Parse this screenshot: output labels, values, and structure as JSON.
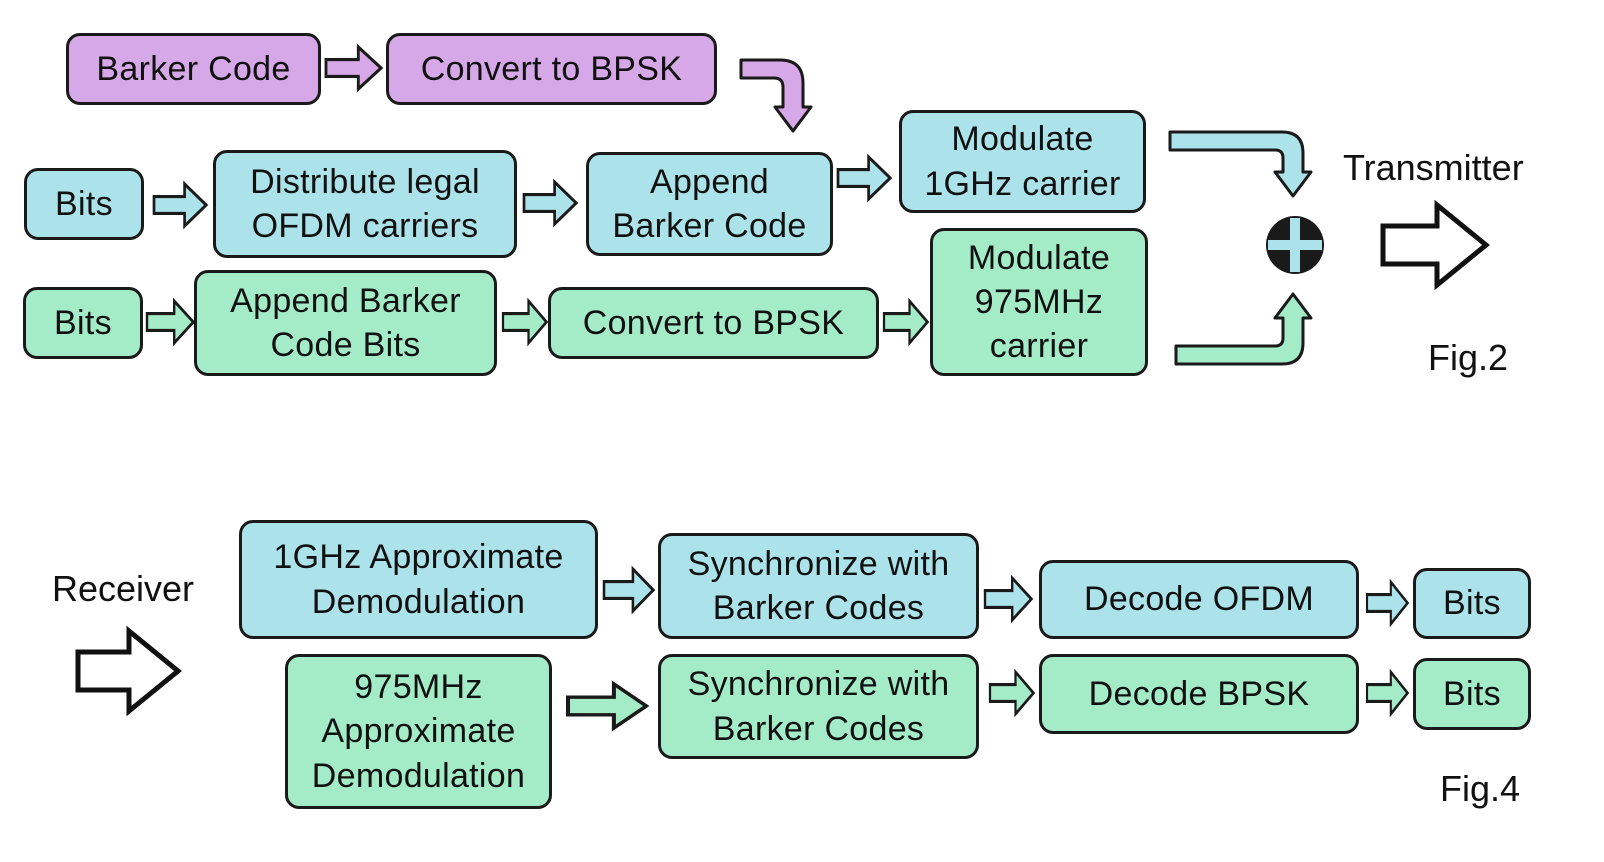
{
  "colors": {
    "barker_path": "#d6a8e8",
    "ofdm_path": "#ace2ea",
    "bpsk_path": "#a4ebc8",
    "outline": "#1a1a1a"
  },
  "transmitter": {
    "title": "Transmitter",
    "figure_label": "Fig.2",
    "barker_code": "Barker Code",
    "barker_convert_bpsk": "Convert to BPSK",
    "ofdm_bits": "Bits",
    "distribute_carriers": "Distribute legal\nOFDM carriers",
    "append_barker": "Append\nBarker Code",
    "modulate_1ghz": "Modulate\n1GHz carrier",
    "bpsk_bits": "Bits",
    "append_barker_bits": "Append Barker\nCode Bits",
    "convert_bpsk": "Convert to BPSK",
    "modulate_975": "Modulate\n975MHz\ncarrier",
    "summing_icon": "circle-plus"
  },
  "receiver": {
    "title": "Receiver",
    "figure_label": "Fig.4",
    "demod_1ghz": "1GHz Approximate\nDemodulation",
    "sync_ofdm": "Synchronize with\nBarker Codes",
    "decode_ofdm": "Decode OFDM",
    "ofdm_bits_out": "Bits",
    "demod_975": "975MHz\nApproximate\nDemodulation",
    "sync_bpsk": "Synchronize with\nBarker Codes",
    "decode_bpsk": "Decode BPSK",
    "bpsk_bits_out": "Bits"
  }
}
